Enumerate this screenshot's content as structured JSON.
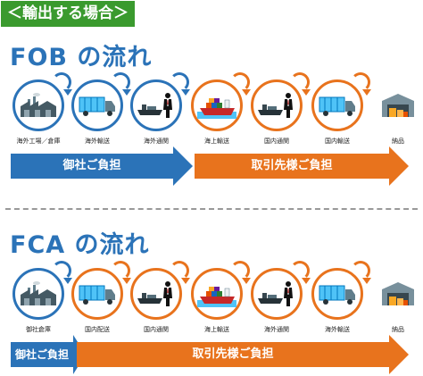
{
  "tag": {
    "label": "＜輸出する場合＞"
  },
  "fob": {
    "title": "FOB の流れ",
    "steps": [
      {
        "label": "海外工場／倉庫",
        "icon": "factory-icon",
        "color": "blue"
      },
      {
        "label": "海外輸送",
        "icon": "truck-icon",
        "color": "blue"
      },
      {
        "label": "海外通関",
        "icon": "customs-ship-icon",
        "color": "blue"
      },
      {
        "label": "海上輸送",
        "icon": "cargo-ship-icon",
        "color": "orange"
      },
      {
        "label": "国内通関",
        "icon": "customs-ship-icon",
        "color": "orange"
      },
      {
        "label": "国内輸送",
        "icon": "truck-icon",
        "color": "orange"
      },
      {
        "label": "納品",
        "icon": "warehouse-icon",
        "color": "none"
      }
    ],
    "bars": [
      {
        "label": "御社ご負担",
        "color": "#2b73b8"
      },
      {
        "label": "取引先様ご負担",
        "color": "#e8731d"
      }
    ]
  },
  "fca": {
    "title": "FCA の流れ",
    "steps": [
      {
        "label": "御社倉庫",
        "icon": "factory-icon",
        "color": "blue"
      },
      {
        "label": "国内配送",
        "icon": "truck-icon",
        "color": "orange"
      },
      {
        "label": "国内通関",
        "icon": "customs-ship-icon",
        "color": "orange"
      },
      {
        "label": "海上輸送",
        "icon": "cargo-ship-icon",
        "color": "orange"
      },
      {
        "label": "海外通関",
        "icon": "customs-ship-icon",
        "color": "orange"
      },
      {
        "label": "海外輸送",
        "icon": "truck-icon",
        "color": "orange"
      },
      {
        "label": "納品",
        "icon": "warehouse-icon",
        "color": "none"
      }
    ],
    "bars": [
      {
        "label": "御社ご負担",
        "color": "#2b73b8"
      },
      {
        "label": "取引先様ご負担",
        "color": "#e8731d"
      }
    ]
  }
}
